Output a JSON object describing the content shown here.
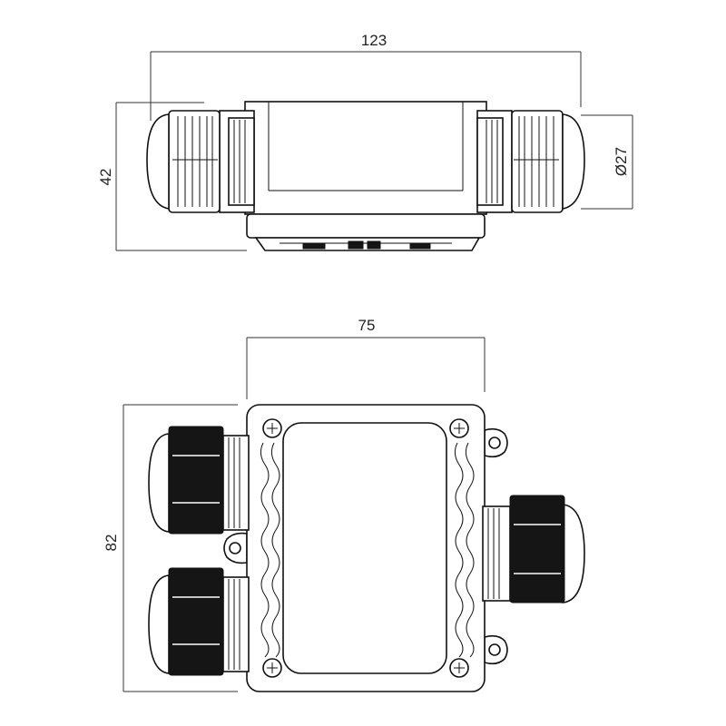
{
  "dimensions": {
    "side_length": "123",
    "side_height": "42",
    "side_diameter": "Ø27",
    "top_width": "75",
    "top_height": "82"
  },
  "colors": {
    "line": "#111111",
    "dimension": "#333333",
    "fill_dark": "#151515",
    "background": "#ffffff"
  }
}
